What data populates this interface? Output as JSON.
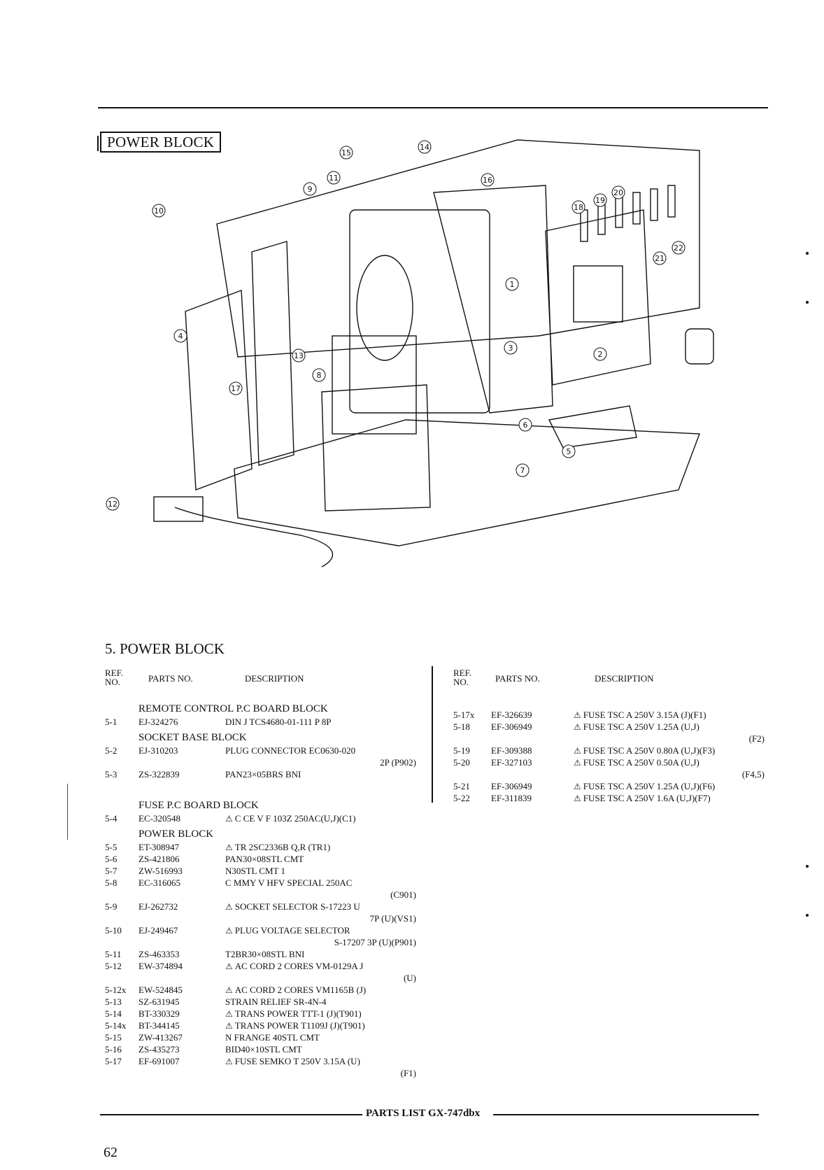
{
  "diagram_title": "POWER BLOCK",
  "section_title": "5. POWER BLOCK",
  "headers": {
    "ref": "REF.\nNO.",
    "ref_line1": "REF.",
    "ref_line2": "NO.",
    "parts": "PARTS NO.",
    "desc": "DESCRIPTION"
  },
  "callouts": [
    "1",
    "2",
    "3",
    "4",
    "5",
    "6",
    "7",
    "8",
    "9",
    "10",
    "11",
    "12",
    "13",
    "14",
    "15",
    "16",
    "17",
    "18",
    "19",
    "20",
    "21",
    "22"
  ],
  "left_groups": [
    {
      "title": "REMOTE CONTROL P.C BOARD BLOCK",
      "rows": [
        {
          "ref": "5-1",
          "part": "EJ-324276",
          "warn": false,
          "desc": "DIN J TCS4680-01-111 P 8P",
          "cont": ""
        }
      ]
    },
    {
      "title": "SOCKET BASE BLOCK",
      "rows": [
        {
          "ref": "5-2",
          "part": "EJ-310203",
          "warn": false,
          "desc": "PLUG CONNECTOR EC0630-020",
          "cont": "2P (P902)"
        },
        {
          "ref": "5-3",
          "part": "ZS-322839",
          "warn": false,
          "desc": "PAN23×05BRS BNI",
          "cont": ""
        }
      ]
    },
    {
      "title": "FUSE P.C BOARD BLOCK",
      "rows": [
        {
          "ref": "5-4",
          "part": "EC-320548",
          "warn": true,
          "desc": "C CE V F 103Z 250AC(U,J)(C1)",
          "cont": ""
        }
      ]
    },
    {
      "title": "POWER BLOCK",
      "rows": [
        {
          "ref": "5-5",
          "part": "ET-308947",
          "warn": true,
          "desc": "TR 2SC2336B Q,R (TR1)",
          "cont": ""
        },
        {
          "ref": "5-6",
          "part": "ZS-421806",
          "warn": false,
          "desc": "PAN30×08STL CMT",
          "cont": ""
        },
        {
          "ref": "5-7",
          "part": "ZW-516993",
          "warn": false,
          "desc": "N30STL CMT 1",
          "cont": ""
        },
        {
          "ref": "5-8",
          "part": "EC-316065",
          "warn": false,
          "desc": "C MMY V HFV SPECIAL 250AC",
          "cont": "(C901)"
        },
        {
          "ref": "5-9",
          "part": "EJ-262732",
          "warn": true,
          "desc": "SOCKET SELECTOR S-17223 U",
          "cont": "7P (U)(VS1)"
        },
        {
          "ref": "5-10",
          "part": "EJ-249467",
          "warn": true,
          "desc": "PLUG VOLTAGE SELECTOR",
          "cont": "S-17207 3P (U)(P901)"
        },
        {
          "ref": "5-11",
          "part": "ZS-463353",
          "warn": false,
          "desc": "T2BR30×08STL BNI",
          "cont": ""
        },
        {
          "ref": "5-12",
          "part": "EW-374894",
          "warn": true,
          "desc": "AC CORD 2 CORES VM-0129A J",
          "cont": "(U)"
        },
        {
          "ref": "5-12x",
          "part": "EW-524845",
          "warn": true,
          "desc": "AC CORD 2 CORES VM1165B (J)",
          "cont": ""
        },
        {
          "ref": "5-13",
          "part": "SZ-631945",
          "warn": false,
          "desc": "STRAIN RELIEF SR-4N-4",
          "cont": ""
        },
        {
          "ref": "5-14",
          "part": "BT-330329",
          "warn": true,
          "desc": "TRANS POWER TTT-1 (J)(T901)",
          "cont": ""
        },
        {
          "ref": "5-14x",
          "part": "BT-344145",
          "warn": true,
          "desc": "TRANS POWER T1109J (J)(T901)",
          "cont": ""
        },
        {
          "ref": "5-15",
          "part": "ZW-413267",
          "warn": false,
          "desc": "N FRANGE 40STL CMT",
          "cont": ""
        },
        {
          "ref": "5-16",
          "part": "ZS-435273",
          "warn": false,
          "desc": "BID40×10STL CMT",
          "cont": ""
        },
        {
          "ref": "5-17",
          "part": "EF-691007",
          "warn": true,
          "desc": "FUSE SEMKO T 250V 3.15A (U)",
          "cont": "(F1)"
        }
      ]
    }
  ],
  "right_rows": [
    {
      "ref": "5-17x",
      "part": "EF-326639",
      "warn": true,
      "desc": "FUSE TSC A 250V 3.15A (J)(F1)",
      "cont": ""
    },
    {
      "ref": "5-18",
      "part": "EF-306949",
      "warn": true,
      "desc": "FUSE TSC A 250V 1.25A (U,J)",
      "cont": "(F2)"
    },
    {
      "ref": "5-19",
      "part": "EF-309388",
      "warn": true,
      "desc": "FUSE TSC A 250V 0.80A (U,J)(F3)",
      "cont": ""
    },
    {
      "ref": "5-20",
      "part": "EF-327103",
      "warn": true,
      "desc": "FUSE TSC A 250V 0.50A (U,J)",
      "cont": "(F4,5)"
    },
    {
      "ref": "5-21",
      "part": "EF-306949",
      "warn": true,
      "desc": "FUSE TSC A 250V 1.25A (U,J)(F6)",
      "cont": ""
    },
    {
      "ref": "5-22",
      "part": "EF-311839",
      "warn": true,
      "desc": "FUSE TSC A 250V 1.6A (U,J)(F7)",
      "cont": ""
    }
  ],
  "warning_symbol": "⚠",
  "footer_text": "PARTS LIST GX-747dbx",
  "page_number": "62"
}
